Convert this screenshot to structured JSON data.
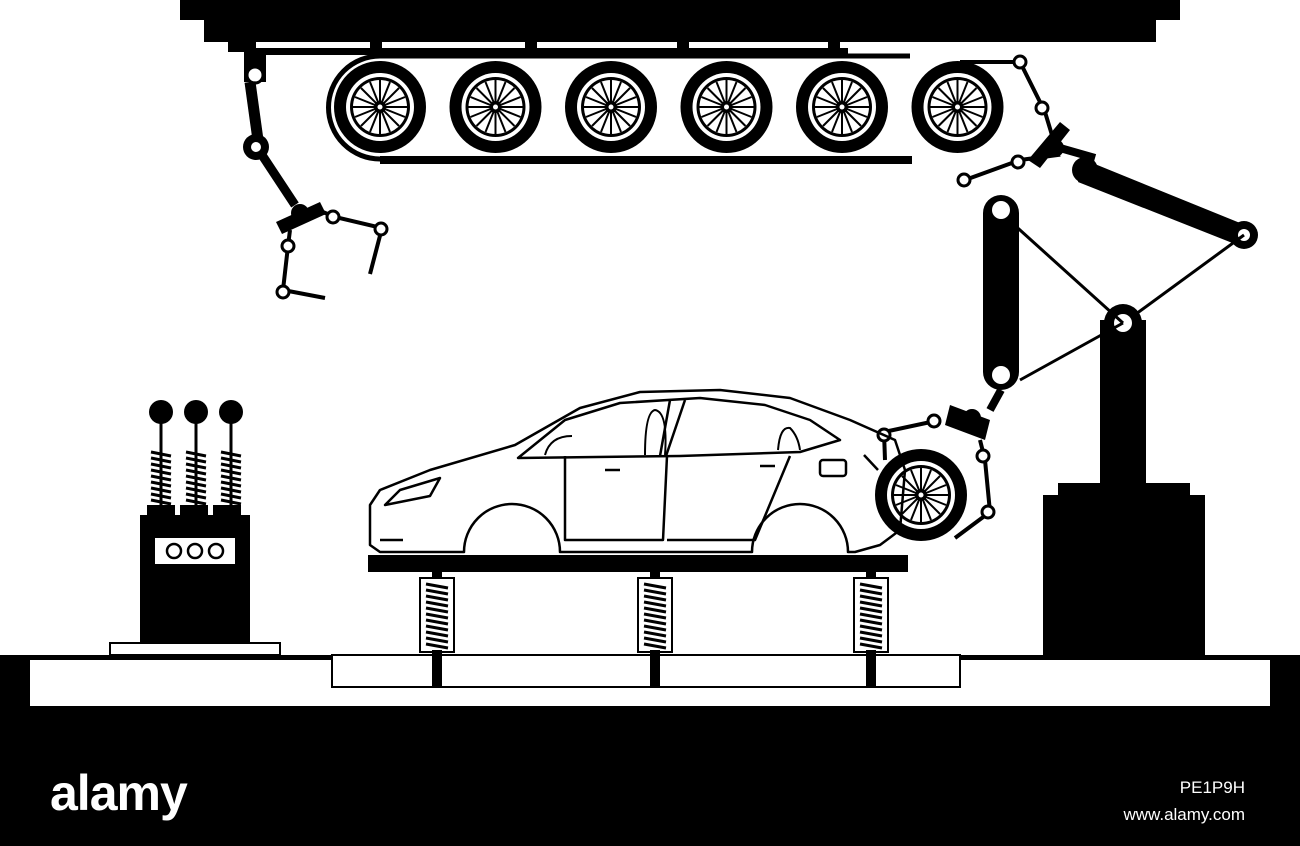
{
  "image": {
    "subject": "automated car assembly line",
    "colors": {
      "ink": "#000000",
      "paper": "#ffffff"
    },
    "conveyor_wheel_count": 6
  },
  "watermark": {
    "logo": "alamy",
    "image_id": "PE1P9H",
    "site": "www.alamy.com"
  }
}
